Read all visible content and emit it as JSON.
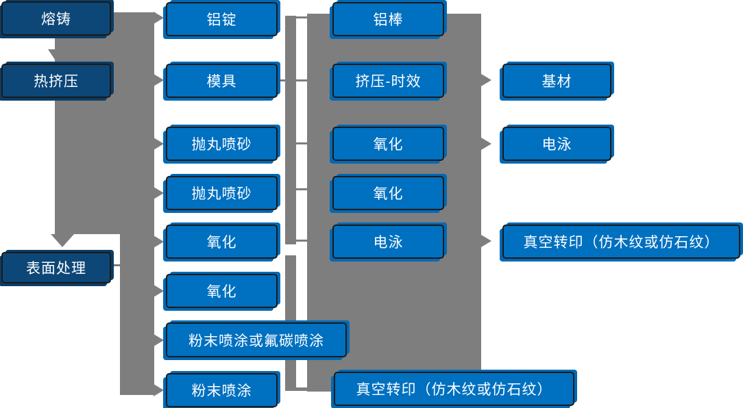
{
  "diagram": {
    "type": "flowchart",
    "description": "Aluminum profile production process flow",
    "stages": [
      "熔铸",
      "热挤压",
      "表面处理"
    ],
    "column2": [
      "铝锭",
      "模具",
      "抛丸喷砂",
      "抛丸喷砂",
      "氧化",
      "氧化",
      "粉末喷涂或氟碳喷涂",
      "粉末喷涂"
    ],
    "column3": [
      "铝棒",
      "挤压-时效",
      "氧化",
      "氧化",
      "电泳",
      "真空转印（仿木纹或仿石纹）"
    ],
    "column4": [
      "基材",
      "电泳",
      "真空转印（仿木纹或仿石纹）"
    ],
    "colors": {
      "stage_box_fill": "#0d4778",
      "process_box_fill": "#0070c0",
      "connector_gray": "#7e7e7e",
      "box_border": "#1a1a1a",
      "text": "#ffffff"
    }
  }
}
